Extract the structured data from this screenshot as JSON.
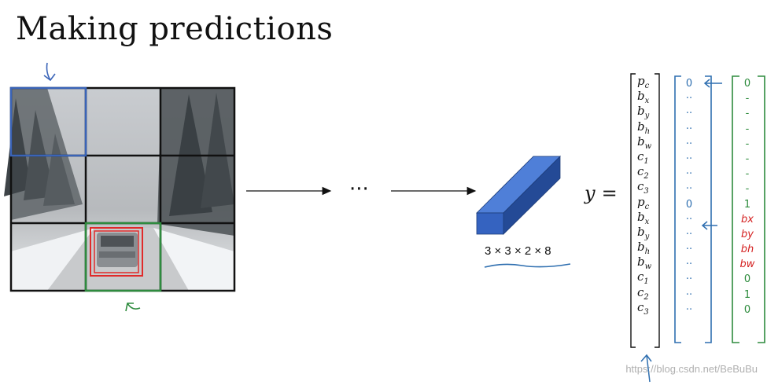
{
  "title": "Making predictions",
  "ellipsis": "···",
  "volume_dims": "3 × 3 × 2 × 8",
  "y_label": "y",
  "equals": "=",
  "vector": [
    {
      "base": "p",
      "sub": "c"
    },
    {
      "base": "b",
      "sub": "x"
    },
    {
      "base": "b",
      "sub": "y"
    },
    {
      "base": "b",
      "sub": "h"
    },
    {
      "base": "b",
      "sub": "w"
    },
    {
      "base": "c",
      "sub": "1"
    },
    {
      "base": "c",
      "sub": "2"
    },
    {
      "base": "c",
      "sub": "3"
    },
    {
      "base": "p",
      "sub": "c"
    },
    {
      "base": "b",
      "sub": "x"
    },
    {
      "base": "b",
      "sub": "y"
    },
    {
      "base": "b",
      "sub": "h"
    },
    {
      "base": "b",
      "sub": "w"
    },
    {
      "base": "c",
      "sub": "1"
    },
    {
      "base": "c",
      "sub": "2"
    },
    {
      "base": "c",
      "sub": "3"
    }
  ],
  "blue_column": [
    "0",
    "··",
    "··",
    "··",
    "··",
    "··",
    "··",
    "··",
    "0",
    "··",
    "··",
    "··",
    "··",
    "··",
    "··",
    "··"
  ],
  "green_column": [
    {
      "text": "0",
      "red": false
    },
    {
      "text": "-",
      "red": false
    },
    {
      "text": "-",
      "red": false
    },
    {
      "text": "-",
      "red": false
    },
    {
      "text": "-",
      "red": false
    },
    {
      "text": "-",
      "red": false
    },
    {
      "text": "-",
      "red": false
    },
    {
      "text": "-",
      "red": false
    },
    {
      "text": "1",
      "red": false
    },
    {
      "text": "bx",
      "red": true
    },
    {
      "text": "by",
      "red": true
    },
    {
      "text": "bh",
      "red": true
    },
    {
      "text": "bw",
      "red": true
    },
    {
      "text": "0",
      "red": false
    },
    {
      "text": "1",
      "red": false
    },
    {
      "text": "0",
      "red": false
    }
  ],
  "watermark": "https://blog.csdn.net/BeBuBu",
  "colors": {
    "blue_box": "#3a64b8",
    "green_box": "#2e8b3e",
    "red_box": "#e02a2a",
    "volume_face": "#3563c0",
    "volume_top": "#4f7fd8",
    "volume_side": "#244a96"
  }
}
